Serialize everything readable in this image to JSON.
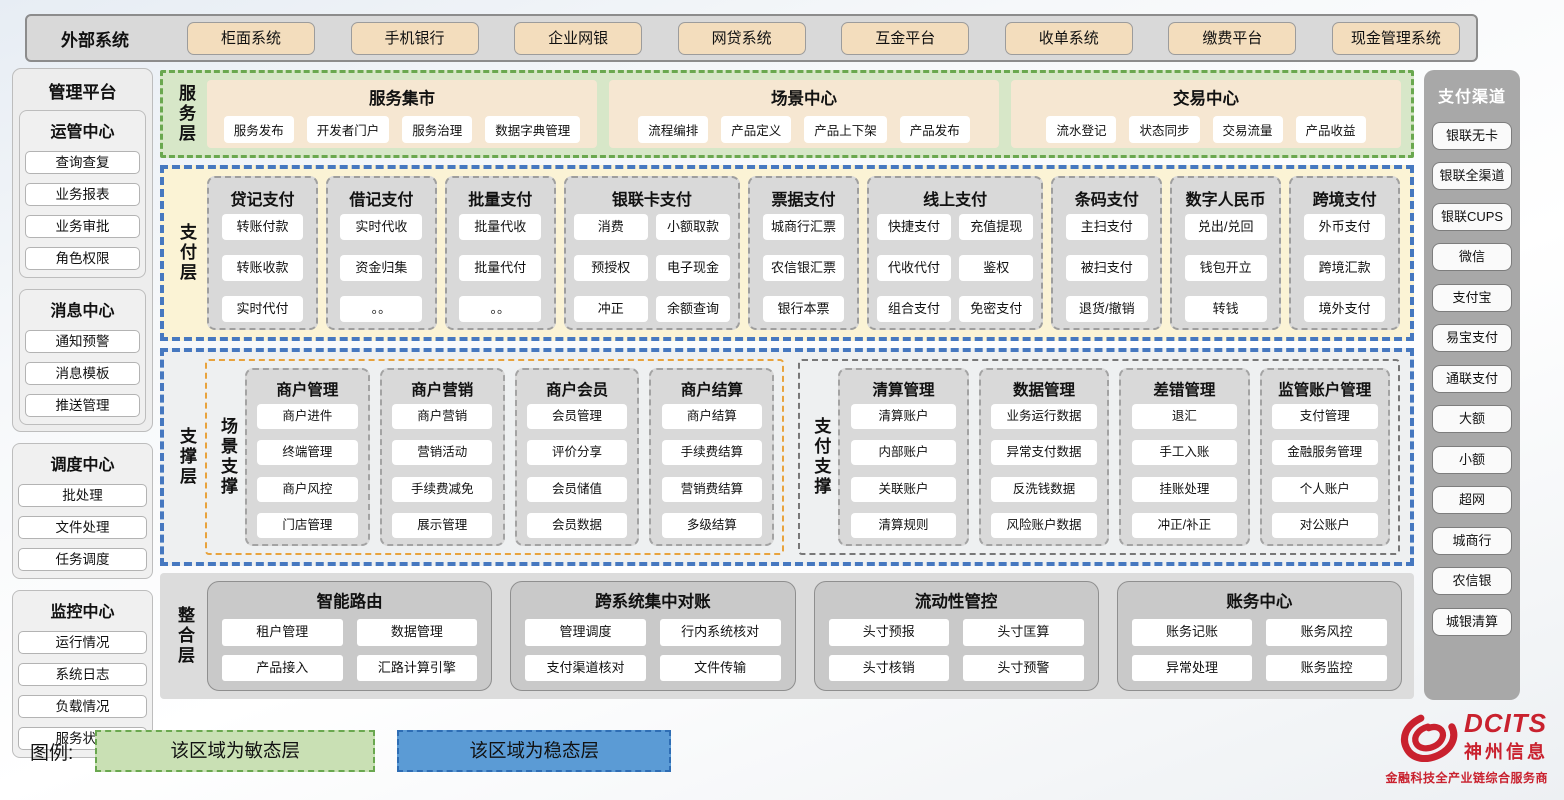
{
  "external_systems": {
    "label": "外部系统",
    "items": [
      "柜面系统",
      "手机银行",
      "企业网银",
      "网贷系统",
      "互金平台",
      "收单系统",
      "缴费平台",
      "现金管理系统"
    ]
  },
  "management_platform": {
    "title": "管理平台",
    "groups": [
      {
        "title": "运管中心",
        "items": [
          "查询查复",
          "业务报表",
          "业务审批",
          "角色权限"
        ]
      },
      {
        "title": "消息中心",
        "items": [
          "通知预警",
          "消息模板",
          "推送管理"
        ]
      },
      {
        "title": "调度中心",
        "items": [
          "批处理",
          "文件处理",
          "任务调度"
        ]
      },
      {
        "title": "监控中心",
        "items": [
          "运行情况",
          "系统日志",
          "负载情况",
          "服务状态"
        ]
      }
    ]
  },
  "service_layer": {
    "label": "服务层",
    "panels": [
      {
        "title": "服务集市",
        "items": [
          "服务发布",
          "开发者门户",
          "服务治理",
          "数据字典管理"
        ]
      },
      {
        "title": "场景中心",
        "items": [
          "流程编排",
          "产品定义",
          "产品上下架",
          "产品发布"
        ]
      },
      {
        "title": "交易中心",
        "items": [
          "流水登记",
          "状态同步",
          "交易流量",
          "产品收益"
        ]
      }
    ]
  },
  "payment_layer": {
    "label": "支付层",
    "columns": [
      {
        "title": "贷记支付",
        "cols": 1,
        "items": [
          "转账付款",
          "转账收款",
          "实时代付"
        ]
      },
      {
        "title": "借记支付",
        "cols": 1,
        "items": [
          "实时代收",
          "资金归集",
          "。。"
        ]
      },
      {
        "title": "批量支付",
        "cols": 1,
        "items": [
          "批量代收",
          "批量代付",
          "。。"
        ]
      },
      {
        "title": "银联卡支付",
        "cols": 2,
        "items": [
          "消费",
          "小额取款",
          "预授权",
          "电子现金",
          "冲正",
          "余额查询"
        ]
      },
      {
        "title": "票据支付",
        "cols": 1,
        "items": [
          "城商行汇票",
          "农信银汇票",
          "银行本票"
        ]
      },
      {
        "title": "线上支付",
        "cols": 2,
        "items": [
          "快捷支付",
          "充值提现",
          "代收代付",
          "鉴权",
          "组合支付",
          "免密支付"
        ]
      },
      {
        "title": "条码支付",
        "cols": 1,
        "items": [
          "主扫支付",
          "被扫支付",
          "退货/撤销"
        ]
      },
      {
        "title": "数字人民币",
        "cols": 1,
        "items": [
          "兑出/兑回",
          "钱包开立",
          "转钱"
        ]
      },
      {
        "title": "跨境支付",
        "cols": 1,
        "items": [
          "外币支付",
          "跨境汇款",
          "境外支付"
        ]
      }
    ]
  },
  "support_layer": {
    "label": "支撑层",
    "groups": [
      {
        "label": "场景支撑",
        "style": "orange",
        "columns": [
          {
            "title": "商户管理",
            "items": [
              "商户进件",
              "终端管理",
              "商户风控",
              "门店管理"
            ]
          },
          {
            "title": "商户营销",
            "items": [
              "商户营销",
              "营销活动",
              "手续费减免",
              "展示管理"
            ]
          },
          {
            "title": "商户会员",
            "items": [
              "会员管理",
              "评价分享",
              "会员储值",
              "会员数据"
            ]
          },
          {
            "title": "商户结算",
            "items": [
              "商户结算",
              "手续费结算",
              "营销费结算",
              "多级结算"
            ]
          }
        ]
      },
      {
        "label": "支付支撑",
        "style": "dark",
        "columns": [
          {
            "title": "清算管理",
            "items": [
              "清算账户",
              "内部账户",
              "关联账户",
              "清算规则"
            ]
          },
          {
            "title": "数据管理",
            "items": [
              "业务运行数据",
              "异常支付数据",
              "反洗钱数据",
              "风险账户数据"
            ]
          },
          {
            "title": "差错管理",
            "items": [
              "退汇",
              "手工入账",
              "挂账处理",
              "冲正/补正"
            ]
          },
          {
            "title": "监管账户管理",
            "items": [
              "支付管理",
              "金融服务管理",
              "个人账户",
              "对公账户"
            ]
          }
        ]
      }
    ]
  },
  "integration_layer": {
    "label": "整合层",
    "panels": [
      {
        "title": "智能路由",
        "items": [
          "租户管理",
          "数据管理",
          "产品接入",
          "汇路计算引擎"
        ]
      },
      {
        "title": "跨系统集中对账",
        "items": [
          "管理调度",
          "行内系统核对",
          "支付渠道核对",
          "文件传输"
        ]
      },
      {
        "title": "流动性管控",
        "items": [
          "头寸预报",
          "头寸匡算",
          "头寸核销",
          "头寸预警"
        ]
      },
      {
        "title": "账务中心",
        "items": [
          "账务记账",
          "账务风控",
          "异常处理",
          "账务监控"
        ]
      }
    ]
  },
  "payment_channels": {
    "title": "支付渠道",
    "items": [
      "银联无卡",
      "银联全渠道",
      "银联CUPS",
      "微信",
      "支付宝",
      "易宝支付",
      "通联支付",
      "大额",
      "小额",
      "超网",
      "城商行",
      "农信银",
      "城银清算"
    ]
  },
  "legend": {
    "label": "图例:",
    "agile": "该区域为敏态层",
    "stable": "该区域为稳态层"
  },
  "logo": {
    "brand": "DCITS",
    "name": "神州信息",
    "tagline": "金融科技全产业链综合服务商"
  },
  "colors": {
    "accent_tan": "#f3ddbd",
    "layer_green_bg": "#d7e7c8",
    "layer_green_border": "#6aa84f",
    "layer_blue_border": "#4678c0",
    "layer_yellow_bg": "#fbf3d5",
    "panel_beige": "#f6e7d2",
    "box_gray": "#d9d9d9",
    "orange_dashed": "#e8a33d",
    "legend_green": "#c9e0b4",
    "legend_blue": "#5b9bd5",
    "brand_red": "#c9212e"
  }
}
